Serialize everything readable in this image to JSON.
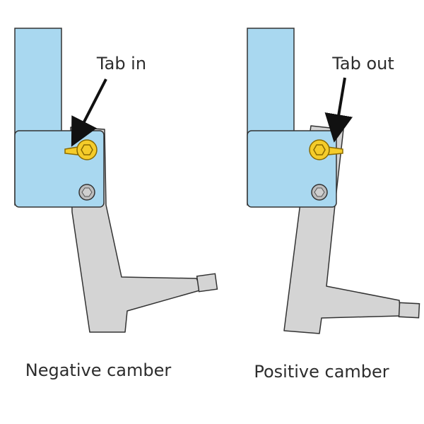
{
  "colors": {
    "bracket": "#a9d8f0",
    "spindle": "#d4d4d4",
    "outline": "#333333",
    "bolt": "#f5cc2a",
    "bolt_outline": "#8a6a00",
    "lower_bolt": "#bdbdbd",
    "arrow": "#111111",
    "text": "#2d2d2d"
  },
  "diagrams": [
    {
      "tab_label": "Tab in",
      "caption": "Negative camber"
    },
    {
      "tab_label": "Tab out",
      "caption": "Positive camber"
    }
  ]
}
